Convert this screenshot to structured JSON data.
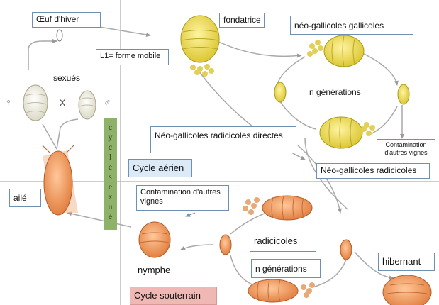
{
  "labels": {
    "oeuf_hiver": "Œuf d'hiver",
    "fondatrice": "fondatrice",
    "neo_gallicoles_gallicoles": "néo-gallicoles gallicoles",
    "l1_forme_mobile": "L1= forme mobile",
    "sexues": "sexués",
    "cross_sign": "X",
    "female_symbol": "♀",
    "male_symbol": "♂",
    "n_generations_top": "n générations",
    "neo_gallicoles_radicicoles_directes": "Néo-gallicoles radicicoles directes",
    "contamination_top": "Contamination d'autres vignes",
    "neo_gallicoles_radicicoles": "Néo-gallicoles radicicoles",
    "cycle_aerien": "Cycle aérien",
    "aile": "ailé",
    "contamination_bottom": "Contamination d'autres vignes",
    "radicicoles": "radicicoles",
    "n_generations_bottom": "n générations",
    "hibernant": "hibernant",
    "nymphe": "nymphe",
    "cycle_souterrain": "Cycle souterrain"
  },
  "vertical_label": [
    "c",
    "y",
    "c",
    "l",
    "e",
    "s",
    "e",
    "x",
    "u",
    "é"
  ],
  "colors": {
    "box_border": "#6f8fb3",
    "cycle_aerien_bg": "#dce9f7",
    "cycle_souterrain_bg": "#efb8b4",
    "vertical_bg": "#8fb26a",
    "aerial_insect": "#e8d84a",
    "root_insect": "#ee9a5a",
    "sexual_insect": "#f1efe0",
    "arrow": "#a9a9a9"
  }
}
